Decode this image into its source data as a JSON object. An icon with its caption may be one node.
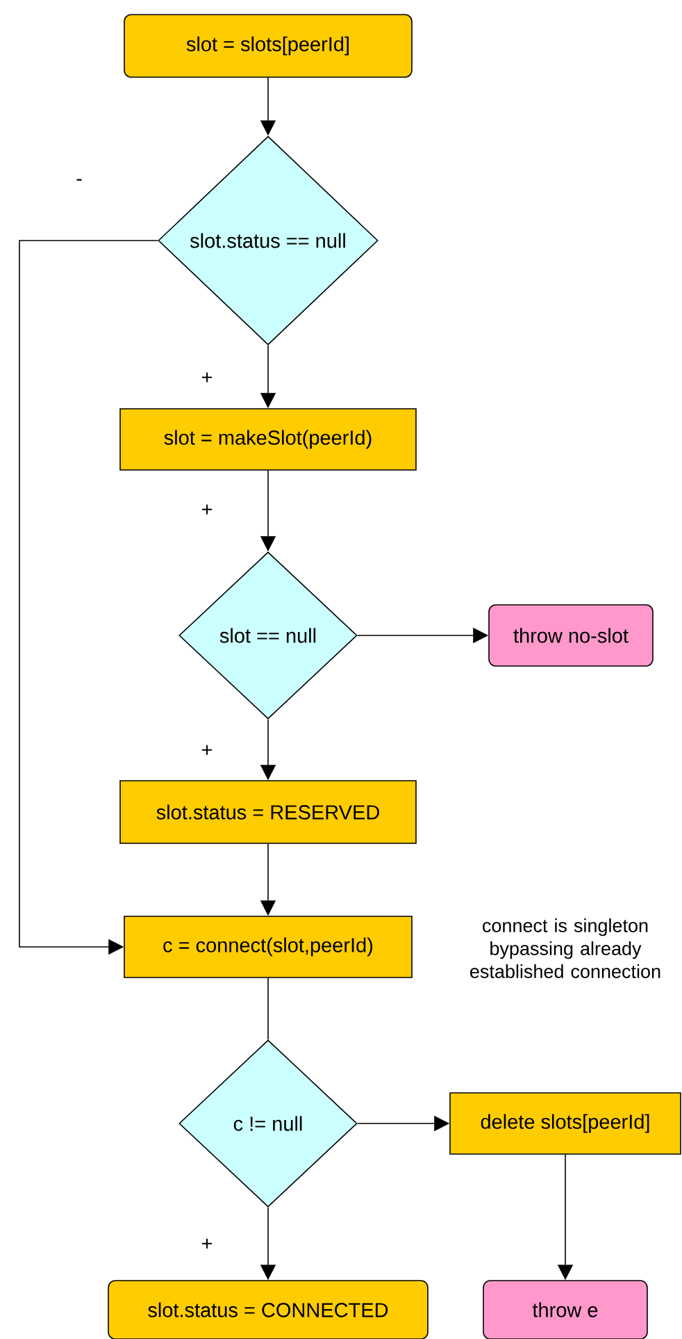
{
  "diagram": {
    "nodes": [
      {
        "text": [
          "slot = slots[peerId]"
        ]
      },
      {
        "text": [
          "slot.status == null"
        ]
      },
      {
        "text": [
          "slot = makeSlot(peerId)"
        ]
      },
      {
        "text": [
          "slot == null"
        ]
      },
      {
        "text": [
          "throw no-slot"
        ]
      },
      {
        "text": [
          "slot.status = RESERVED"
        ]
      },
      {
        "text": [
          "c = connect(slot,peerId)"
        ],
        "beside": [
          "connect is singleton bypassing already established connection"
        ]
      },
      {
        "text": [
          "c != null"
        ]
      },
      {
        "text": [
          "delete slots[peerId]"
        ]
      },
      {
        "text": [
          "slot.status = CONNECTED"
        ]
      },
      {
        "text": [
          "throw e"
        ]
      }
    ],
    "edges": [
      {
        "from": 0,
        "to": 1,
        "arrow": "to"
      },
      {
        "from": 1,
        "to": 2,
        "arrow": "to"
      },
      {
        "from": 2,
        "to": 3,
        "arrow": "to"
      },
      {
        "from": 3,
        "to": 4,
        "arrow": "to"
      },
      {
        "from": 3,
        "to": 5,
        "arrow": "to"
      },
      {
        "from": 5,
        "to": 6,
        "arrow": "to"
      },
      {
        "from": 1,
        "to": 6,
        "arrow": "to"
      },
      {
        "from": 6,
        "to": 7,
        "arrow": "none"
      },
      {
        "from": 7,
        "to": 8,
        "arrow": "to"
      },
      {
        "from": 8,
        "to": 10,
        "arrow": "to"
      },
      {
        "from": 7,
        "to": 9,
        "arrow": "to"
      }
    ],
    "labels": [
      "-",
      "+",
      "+",
      "+",
      "+"
    ]
  }
}
